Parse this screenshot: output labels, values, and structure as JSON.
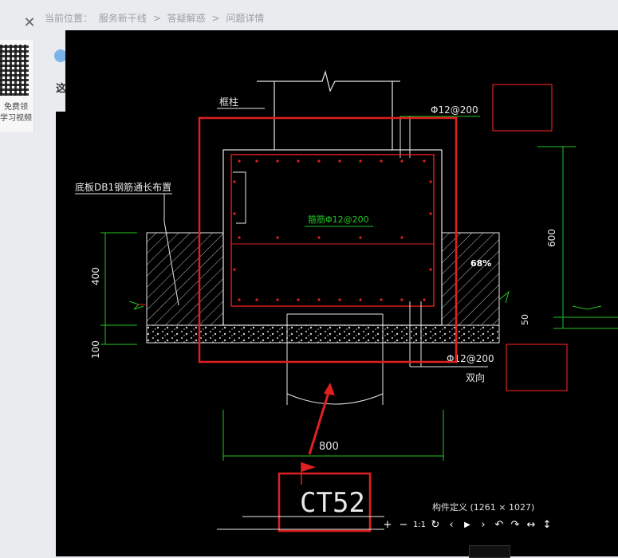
{
  "breadcrumb": {
    "label": "当前位置：",
    "items": [
      "服务新干线",
      ">",
      "答疑解惑",
      ">",
      "问题详情"
    ]
  },
  "side_panel": {
    "line1": "免费领",
    "line2": "学习视频"
  },
  "page_fragment": "这",
  "viewer": {
    "image_title": "构件定义 (1261 × 1027)",
    "toolbar": {
      "zoom_in": "+",
      "zoom_out": "−",
      "actual_size": "1:1",
      "rotate": "↻",
      "prev": "‹",
      "play": "▶",
      "next": "›",
      "undo": "↶",
      "redo": "↷",
      "flip_h": "↔",
      "flip_v": "↕"
    }
  },
  "drawing": {
    "label_column": "框柱",
    "label_rebar_top": "Φ12@200",
    "label_bottom_plate": "底板DB1钢筋通长布置",
    "label_stirrup": "箍筋Φ12@200",
    "percent": "68%",
    "dim_400": "400",
    "dim_100": "100",
    "dim_600": "600",
    "dim_50": "50",
    "label_rebar_bottom": "Φ12@200",
    "label_two_way": "双向",
    "dim_800": "800",
    "label_ct": "CT52"
  },
  "colors": {
    "red": "#e02020",
    "green": "#22c422",
    "white": "#e8e8e8",
    "background": "#000000"
  }
}
